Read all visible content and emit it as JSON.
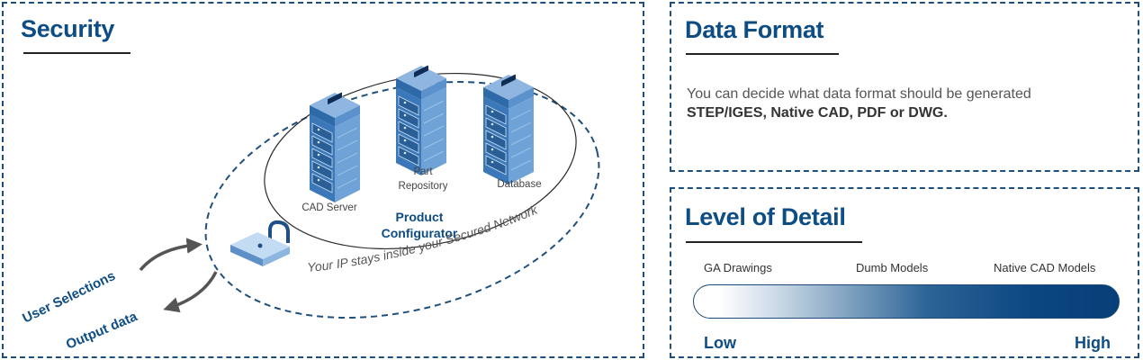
{
  "security": {
    "title": "Security",
    "servers": {
      "cad_server": "CAD Server",
      "part_repository_line1": "Part",
      "part_repository_line2": "Repository",
      "database": "Database"
    },
    "configurator_line1": "Product",
    "configurator_line2": "Configurator",
    "ring_text": "Your IP stays inside your Secured Network",
    "user_selections": "User Selections",
    "output_data": "Output data"
  },
  "data_format": {
    "title": "Data Format",
    "description": "You can decide what data format should be generated",
    "formats": "STEP/IGES, Native CAD, PDF or DWG."
  },
  "level_of_detail": {
    "title": "Level of Detail",
    "labels": [
      "GA Drawings",
      "Dumb Models",
      "Native CAD Models"
    ],
    "low": "Low",
    "high": "High"
  },
  "colors": {
    "brand_blue": "#0e4c84",
    "server_blue": "#4d86c5",
    "dashed_border": "#1f4f7d"
  }
}
